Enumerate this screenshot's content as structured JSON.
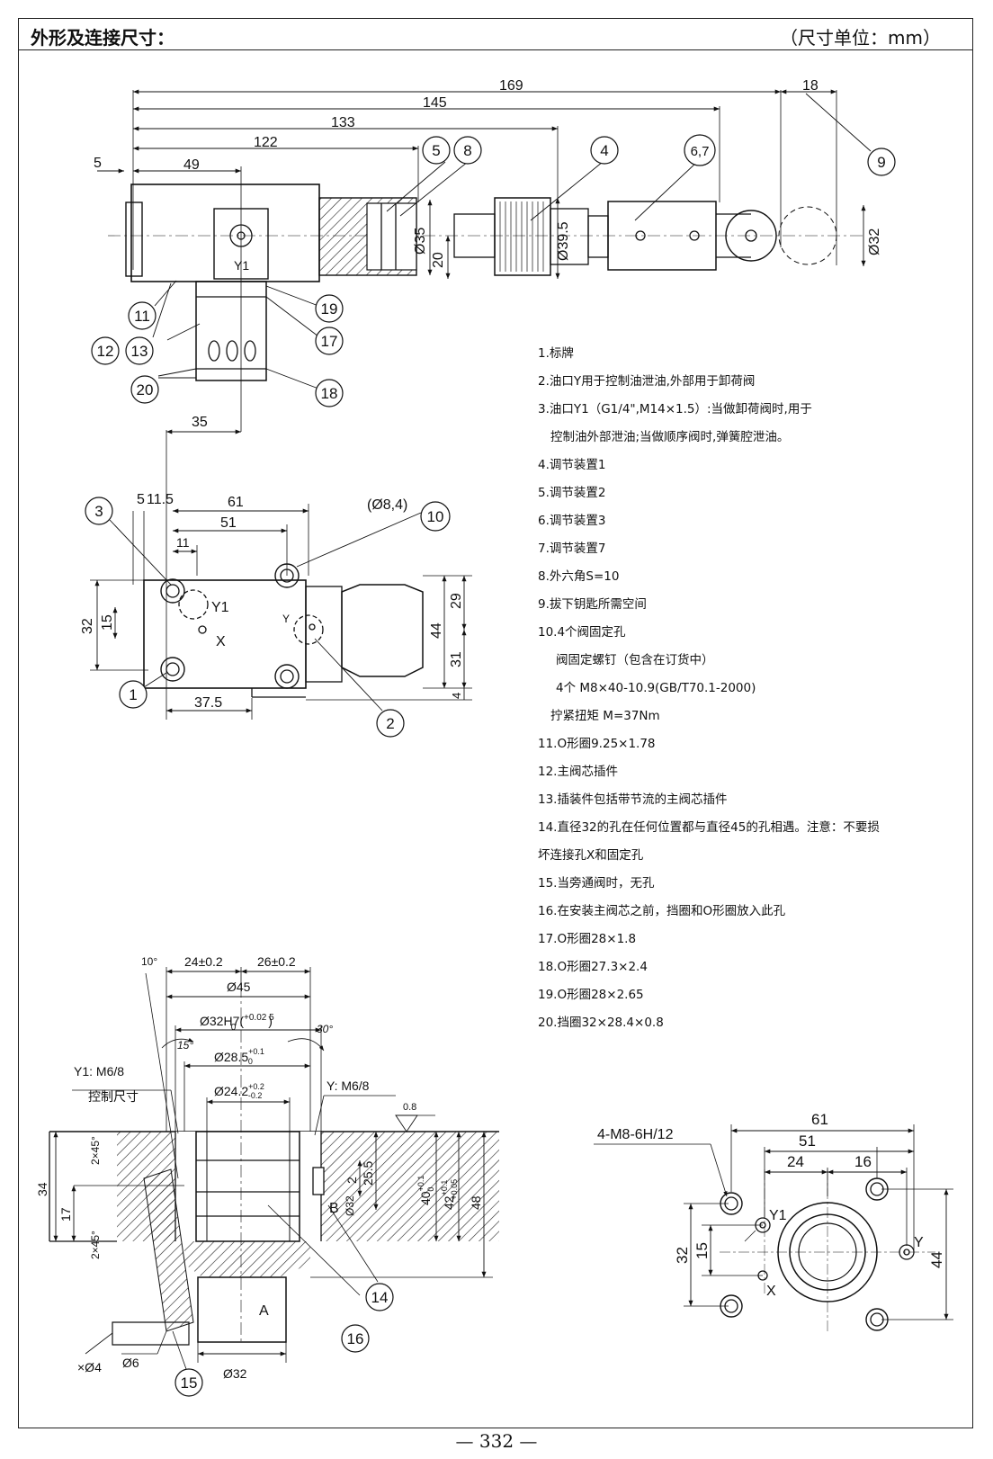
{
  "header": {
    "title": "外形及连接尺寸：",
    "unit": "（尺寸单位：mm）"
  },
  "top_view": {
    "dims": [
      "169",
      "145",
      "133",
      "122",
      "49",
      "5",
      "18"
    ],
    "dia": [
      "Ø35",
      "Ø39.5",
      "Ø32"
    ],
    "small": "20",
    "port_label": "Y1",
    "balloons": [
      "5",
      "8",
      "4",
      "6,7",
      "9",
      "11",
      "12",
      "13",
      "19",
      "17",
      "20",
      "18"
    ]
  },
  "plan_view": {
    "dims": [
      "35",
      "5",
      "11.5",
      "61",
      "51",
      "11",
      "32",
      "15",
      "29",
      "44",
      "31",
      "4",
      "37.5"
    ],
    "hole_label": "(Ø8,4)",
    "labels": [
      "Y1",
      "X",
      "Y"
    ],
    "balloons": [
      "3",
      "10",
      "1",
      "2"
    ]
  },
  "section_view": {
    "dims": [
      "10°",
      "24±0.2",
      "26±0.2",
      "Ø45",
      "15°",
      "30°",
      "Y1: M6/8",
      "控制尺寸",
      "Y: M6/8",
      "0.8",
      "34",
      "17",
      "2×45°",
      "2×45°",
      "2",
      "25.5",
      "48",
      "×Ø4",
      "Ø6",
      "A",
      "B",
      "Ø32",
      "Ø32"
    ],
    "tol": {
      "d32": "Ø32H7(",
      "d32_up": "+0.02 5",
      "d32_lo": "0",
      "d32_close": ")",
      "d285": "Ø28.5",
      "d285_lo": "0",
      "d285_up": "+0.1",
      "d242": "Ø24.2",
      "d242_up": "+0.2",
      "d242_lo": "-0.2",
      "d40": "40",
      "d40_lo": "0",
      "d40_up": "+0.1",
      "d42": "42",
      "d42_up": "+0.1",
      "d42_lo": "+0.05"
    },
    "balloons": [
      "14",
      "16",
      "15"
    ]
  },
  "interface_view": {
    "thread": "4-M8-6H/12",
    "dims": [
      "61",
      "51",
      "24",
      "16",
      "32",
      "15",
      "44"
    ],
    "labels": [
      "Y1",
      "X",
      "Y"
    ]
  },
  "notes": [
    "1.标牌",
    "2.油口Y用于控制油泄油,外部用于卸荷阀",
    "3.油口Y1（G1/4\",M14×1.5）:当做卸荷阀时,用于",
    "控制油外部泄油;当做顺序阀时,弹簧腔泄油。",
    "4.调节装置1",
    "5.调节装置2",
    "6.调节装置3",
    "7.调节装置7",
    "8.外六角S=10",
    "9.拔下钥匙所需空间",
    "10.4个阀固定孔",
    "阀固定螺钉（包含在订货中）",
    "4个 M8×40-10.9(GB/T70.1-2000)",
    "拧紧扭矩 M=37Nm",
    "11.O形圈9.25×1.78",
    "12.主阀芯插件",
    "13.插装件包括带节流的主阀芯插件",
    "14.直径32的孔在任何位置都与直径45的孔相遇。注意：不要损",
    "坏连接孔X和固定孔",
    "15.当旁通阀时，无孔",
    "16.在安装主阀芯之前，挡圈和O形圈放入此孔",
    "17.O形圈28×1.8",
    "18.O形圈27.3×2.4",
    "19.O形圈28×2.65",
    "20.挡圈32×28.4×0.8"
  ],
  "page_number": "— 332 —"
}
